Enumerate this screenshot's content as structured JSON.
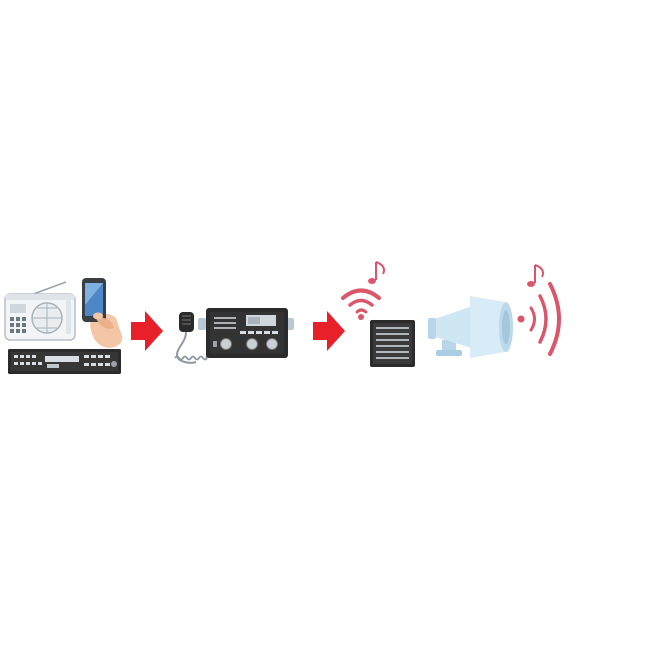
{
  "diagram": {
    "colors": {
      "arrow": "#e8202a",
      "sound_wave": "#d9566b",
      "device_dark": "#2b2b2b",
      "device_light": "#f2f4f6",
      "speaker_blue": "#cfe6f3",
      "skin": "#f3c7a6"
    },
    "stages": [
      {
        "name": "audio-sources",
        "icons": [
          "portable-radio-icon",
          "smartphone-icon",
          "rack-player-icon"
        ]
      },
      {
        "name": "amplifier",
        "icons": [
          "handheld-microphone-icon",
          "broadcast-amplifier-icon"
        ]
      },
      {
        "name": "output-speakers",
        "icons": [
          "box-speaker-icon",
          "horn-speaker-icon"
        ]
      }
    ],
    "connectors": [
      "right-arrow-icon",
      "right-arrow-icon"
    ]
  }
}
